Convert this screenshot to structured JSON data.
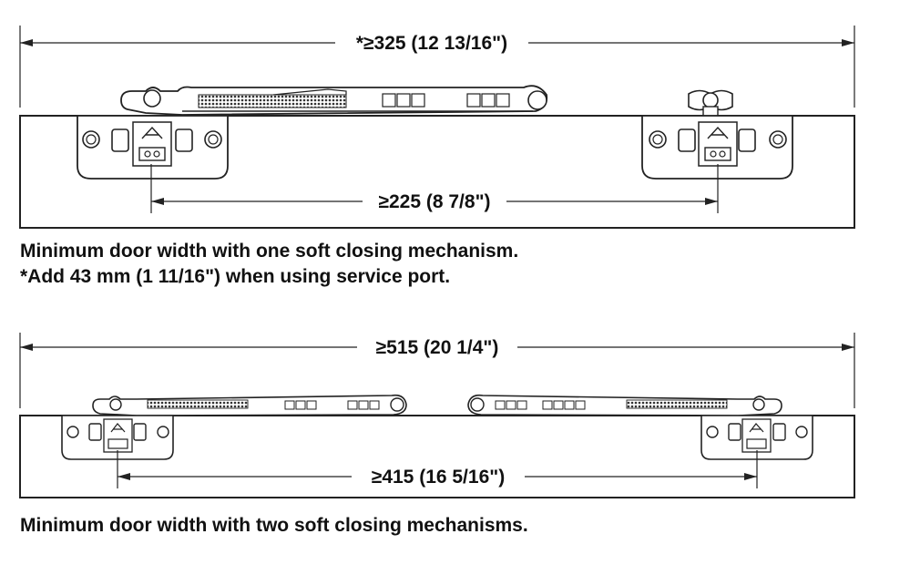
{
  "diagram_one": {
    "overall_dimension": "*≥325 (12 13/16\")",
    "hinge_dimension": "≥225 (8 7/8\")",
    "caption_line_1": "Minimum door width with one soft closing mechanism.",
    "caption_line_2": "*Add 43 mm (1 11/16\") when using service port."
  },
  "diagram_two": {
    "overall_dimension": "≥515 (20 1/4\")",
    "hinge_dimension": "≥415 (16 5/16\")",
    "caption_line_1": "Minimum door width with two soft closing mechanisms."
  },
  "colors": {
    "line": "#222222",
    "ink": "#111111",
    "background": "#ffffff"
  }
}
